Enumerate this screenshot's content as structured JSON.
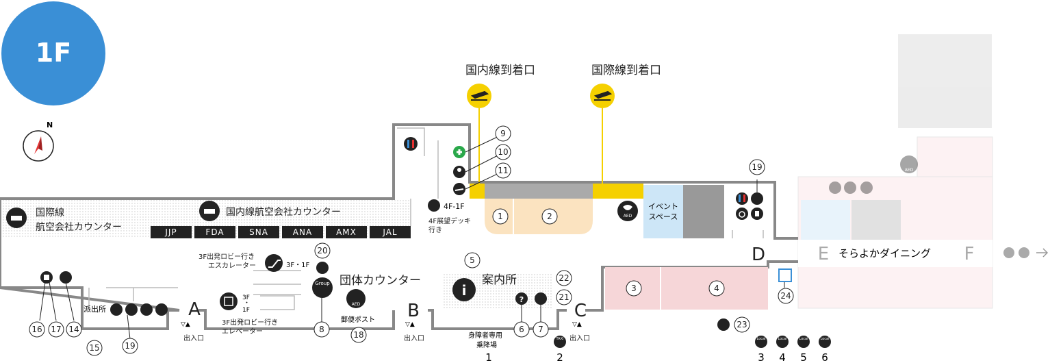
{
  "floor": "1F",
  "compass": {
    "label": "N",
    "icon": "compass-icon"
  },
  "arrivals": {
    "domestic": "国内線到着口",
    "international": "国際線到着口"
  },
  "counters": {
    "international": [
      "国際線",
      "航空会社カウンター"
    ],
    "domestic": "国内線航空会社カウンター",
    "airlines": [
      "JJP",
      "FDA",
      "SNA",
      "ANA",
      "AMX",
      "JAL"
    ]
  },
  "elevator_4f": {
    "label": "4F-1F",
    "note": [
      "4F展望デッキ",
      "行き"
    ]
  },
  "escalator": {
    "note": [
      "3F出発ロビー行き",
      "エスカレーター"
    ],
    "label": "3F・1F"
  },
  "elevator_3f": {
    "label": [
      "3F",
      "・",
      "1F"
    ],
    "note": [
      "3F出発ロビー行き",
      "エレベーター"
    ]
  },
  "group_counter": "団体カウンター",
  "info": "案内所",
  "police": "派出所",
  "post": "郵便ポスト",
  "event_space": [
    "イベント",
    "スペース"
  ],
  "dining": "そらよかダイニング",
  "entrance_label": "出入口",
  "gates": [
    "A",
    "B",
    "C",
    "D",
    "E",
    "F"
  ],
  "disabled_stop": [
    "身障者専用",
    "乗降場"
  ],
  "numbers": [
    "1",
    "2",
    "3",
    "4",
    "5",
    "6",
    "7",
    "8",
    "9",
    "10",
    "11",
    "14",
    "15",
    "16",
    "17",
    "18",
    "19",
    "20",
    "21",
    "22",
    "23",
    "24"
  ],
  "bus_stops": [
    "1",
    "2",
    "3",
    "4",
    "5",
    "6"
  ],
  "icon_texts": {
    "aed": "AED",
    "group": "Group",
    "taxi": "TAXI",
    "local": "Local"
  },
  "colors": {
    "blue": "#3a8fd6",
    "yellow": "#f5d000",
    "peach": "#fbe3c0",
    "pink": "#f6d6d8",
    "lightblue": "#cde6f7",
    "gray": "#999999",
    "dark": "#222222"
  }
}
